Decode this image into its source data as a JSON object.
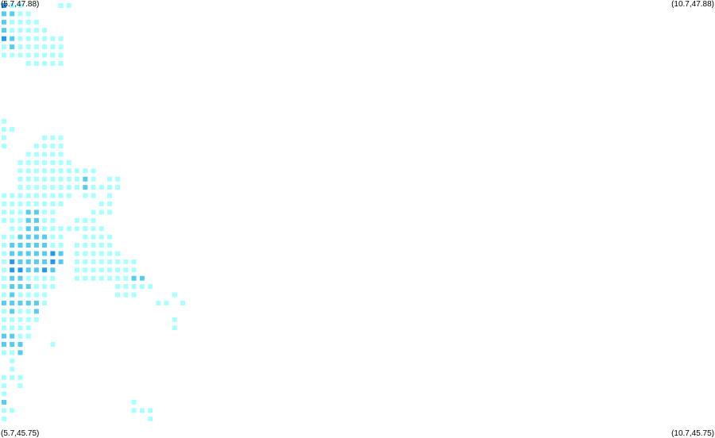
{
  "corners": {
    "top_left": "(5.7,47.88)",
    "top_right": "(10.7,47.88)",
    "bottom_left": "(5.7,45.75)",
    "bottom_right": "(10.7,45.75)"
  },
  "extent": {
    "lon_min": 5.7,
    "lon_max": 10.7,
    "lat_min": 45.75,
    "lat_max": 47.88
  },
  "grid": {
    "col_count": 88,
    "row_count": 53
  },
  "colors": {
    "low": "#aaffff",
    "mid": "#55ccf2",
    "high": "#2299ee"
  },
  "cells": [
    [
      0,
      0,
      3
    ],
    [
      1,
      0,
      1
    ],
    [
      2,
      0,
      1
    ],
    [
      7,
      0,
      1
    ],
    [
      8,
      0,
      1
    ],
    [
      0,
      1,
      2
    ],
    [
      1,
      1,
      2
    ],
    [
      2,
      1,
      1
    ],
    [
      3,
      1,
      1
    ],
    [
      0,
      2,
      2
    ],
    [
      1,
      2,
      1
    ],
    [
      2,
      2,
      1
    ],
    [
      3,
      2,
      1
    ],
    [
      4,
      2,
      1
    ],
    [
      0,
      3,
      2
    ],
    [
      1,
      3,
      1
    ],
    [
      2,
      3,
      1
    ],
    [
      3,
      3,
      1
    ],
    [
      4,
      3,
      1
    ],
    [
      5,
      3,
      1
    ],
    [
      0,
      4,
      3
    ],
    [
      1,
      4,
      2
    ],
    [
      2,
      4,
      1
    ],
    [
      3,
      4,
      1
    ],
    [
      4,
      4,
      1
    ],
    [
      5,
      4,
      1
    ],
    [
      6,
      4,
      1
    ],
    [
      7,
      4,
      1
    ],
    [
      0,
      5,
      1
    ],
    [
      1,
      5,
      2
    ],
    [
      2,
      5,
      1
    ],
    [
      3,
      5,
      1
    ],
    [
      4,
      5,
      1
    ],
    [
      5,
      5,
      1
    ],
    [
      6,
      5,
      1
    ],
    [
      7,
      5,
      1
    ],
    [
      0,
      6,
      1
    ],
    [
      1,
      6,
      1
    ],
    [
      2,
      6,
      1
    ],
    [
      3,
      6,
      1
    ],
    [
      4,
      6,
      1
    ],
    [
      5,
      6,
      1
    ],
    [
      6,
      6,
      1
    ],
    [
      7,
      6,
      1
    ],
    [
      3,
      7,
      1
    ],
    [
      4,
      7,
      1
    ],
    [
      5,
      7,
      1
    ],
    [
      6,
      7,
      1
    ],
    [
      7,
      7,
      1
    ],
    [
      0,
      14,
      1
    ],
    [
      0,
      15,
      1
    ],
    [
      1,
      15,
      1
    ],
    [
      0,
      16,
      1
    ],
    [
      0,
      17,
      1
    ],
    [
      5,
      16,
      1
    ],
    [
      6,
      16,
      1
    ],
    [
      7,
      16,
      1
    ],
    [
      4,
      17,
      1
    ],
    [
      5,
      17,
      1
    ],
    [
      6,
      17,
      1
    ],
    [
      7,
      17,
      1
    ],
    [
      3,
      18,
      1
    ],
    [
      4,
      18,
      1
    ],
    [
      5,
      18,
      1
    ],
    [
      6,
      18,
      1
    ],
    [
      7,
      18,
      1
    ],
    [
      2,
      19,
      1
    ],
    [
      3,
      19,
      1
    ],
    [
      4,
      19,
      1
    ],
    [
      5,
      19,
      1
    ],
    [
      6,
      19,
      1
    ],
    [
      7,
      19,
      1
    ],
    [
      8,
      19,
      1
    ],
    [
      2,
      20,
      1
    ],
    [
      3,
      20,
      1
    ],
    [
      4,
      20,
      1
    ],
    [
      5,
      20,
      1
    ],
    [
      6,
      20,
      1
    ],
    [
      7,
      20,
      1
    ],
    [
      8,
      20,
      1
    ],
    [
      9,
      20,
      1
    ],
    [
      10,
      20,
      1
    ],
    [
      11,
      20,
      1
    ],
    [
      2,
      21,
      1
    ],
    [
      3,
      21,
      1
    ],
    [
      4,
      21,
      1
    ],
    [
      5,
      21,
      1
    ],
    [
      6,
      21,
      1
    ],
    [
      7,
      21,
      1
    ],
    [
      8,
      21,
      1
    ],
    [
      9,
      21,
      1
    ],
    [
      10,
      21,
      2
    ],
    [
      11,
      21,
      1
    ],
    [
      13,
      21,
      1
    ],
    [
      14,
      21,
      1
    ],
    [
      2,
      22,
      1
    ],
    [
      3,
      22,
      1
    ],
    [
      4,
      22,
      1
    ],
    [
      5,
      22,
      1
    ],
    [
      6,
      22,
      1
    ],
    [
      7,
      22,
      1
    ],
    [
      8,
      22,
      1
    ],
    [
      9,
      22,
      1
    ],
    [
      10,
      22,
      2
    ],
    [
      11,
      22,
      1
    ],
    [
      12,
      22,
      1
    ],
    [
      13,
      22,
      1
    ],
    [
      14,
      22,
      1
    ],
    [
      0,
      23,
      1
    ],
    [
      1,
      23,
      1
    ],
    [
      2,
      23,
      1
    ],
    [
      3,
      23,
      1
    ],
    [
      4,
      23,
      1
    ],
    [
      5,
      23,
      1
    ],
    [
      6,
      23,
      1
    ],
    [
      7,
      23,
      1
    ],
    [
      8,
      23,
      1
    ],
    [
      10,
      23,
      1
    ],
    [
      11,
      23,
      1
    ],
    [
      13,
      23,
      1
    ],
    [
      0,
      24,
      1
    ],
    [
      1,
      24,
      1
    ],
    [
      2,
      24,
      1
    ],
    [
      3,
      24,
      1
    ],
    [
      4,
      24,
      1
    ],
    [
      5,
      24,
      1
    ],
    [
      6,
      24,
      1
    ],
    [
      7,
      24,
      1
    ],
    [
      12,
      24,
      1
    ],
    [
      13,
      24,
      1
    ],
    [
      0,
      25,
      1
    ],
    [
      1,
      25,
      1
    ],
    [
      2,
      25,
      1
    ],
    [
      3,
      25,
      2
    ],
    [
      4,
      25,
      2
    ],
    [
      5,
      25,
      1
    ],
    [
      6,
      25,
      1
    ],
    [
      11,
      25,
      1
    ],
    [
      12,
      25,
      1
    ],
    [
      13,
      25,
      1
    ],
    [
      0,
      26,
      1
    ],
    [
      1,
      26,
      1
    ],
    [
      2,
      26,
      1
    ],
    [
      3,
      26,
      2
    ],
    [
      4,
      26,
      2
    ],
    [
      5,
      26,
      1
    ],
    [
      6,
      26,
      1
    ],
    [
      9,
      26,
      1
    ],
    [
      10,
      26,
      1
    ],
    [
      11,
      26,
      1
    ],
    [
      1,
      27,
      1
    ],
    [
      2,
      27,
      1
    ],
    [
      3,
      27,
      2
    ],
    [
      4,
      27,
      2
    ],
    [
      5,
      27,
      1
    ],
    [
      6,
      27,
      1
    ],
    [
      7,
      27,
      1
    ],
    [
      8,
      27,
      1
    ],
    [
      9,
      27,
      1
    ],
    [
      10,
      27,
      1
    ],
    [
      11,
      27,
      1
    ],
    [
      12,
      27,
      1
    ],
    [
      0,
      28,
      1
    ],
    [
      1,
      28,
      1
    ],
    [
      2,
      28,
      2
    ],
    [
      3,
      28,
      2
    ],
    [
      4,
      28,
      2
    ],
    [
      5,
      28,
      2
    ],
    [
      6,
      28,
      1
    ],
    [
      7,
      28,
      1
    ],
    [
      10,
      28,
      1
    ],
    [
      11,
      28,
      1
    ],
    [
      12,
      28,
      1
    ],
    [
      13,
      28,
      1
    ],
    [
      0,
      29,
      1
    ],
    [
      1,
      29,
      2
    ],
    [
      2,
      29,
      2
    ],
    [
      3,
      29,
      2
    ],
    [
      4,
      29,
      2
    ],
    [
      5,
      29,
      2
    ],
    [
      6,
      29,
      1
    ],
    [
      7,
      29,
      1
    ],
    [
      9,
      29,
      1
    ],
    [
      10,
      29,
      1
    ],
    [
      11,
      29,
      1
    ],
    [
      12,
      29,
      1
    ],
    [
      13,
      29,
      1
    ],
    [
      0,
      30,
      1
    ],
    [
      1,
      30,
      2
    ],
    [
      2,
      30,
      2
    ],
    [
      3,
      30,
      2
    ],
    [
      4,
      30,
      2
    ],
    [
      5,
      30,
      2
    ],
    [
      6,
      30,
      3
    ],
    [
      7,
      30,
      2
    ],
    [
      9,
      30,
      1
    ],
    [
      10,
      30,
      1
    ],
    [
      11,
      30,
      1
    ],
    [
      12,
      30,
      1
    ],
    [
      13,
      30,
      1
    ],
    [
      14,
      30,
      1
    ],
    [
      0,
      31,
      1
    ],
    [
      1,
      31,
      3
    ],
    [
      2,
      31,
      2
    ],
    [
      3,
      31,
      2
    ],
    [
      4,
      31,
      2
    ],
    [
      5,
      31,
      2
    ],
    [
      6,
      31,
      3
    ],
    [
      7,
      31,
      2
    ],
    [
      9,
      31,
      1
    ],
    [
      10,
      31,
      1
    ],
    [
      11,
      31,
      1
    ],
    [
      12,
      31,
      1
    ],
    [
      13,
      31,
      1
    ],
    [
      14,
      31,
      1
    ],
    [
      15,
      31,
      1
    ],
    [
      16,
      31,
      1
    ],
    [
      0,
      32,
      1
    ],
    [
      1,
      32,
      3
    ],
    [
      2,
      32,
      3
    ],
    [
      3,
      32,
      2
    ],
    [
      4,
      32,
      2
    ],
    [
      5,
      32,
      3
    ],
    [
      6,
      32,
      2
    ],
    [
      9,
      32,
      1
    ],
    [
      10,
      32,
      1
    ],
    [
      11,
      32,
      1
    ],
    [
      12,
      32,
      1
    ],
    [
      13,
      32,
      1
    ],
    [
      14,
      32,
      1
    ],
    [
      15,
      32,
      1
    ],
    [
      16,
      32,
      1
    ],
    [
      0,
      33,
      1
    ],
    [
      1,
      33,
      2
    ],
    [
      2,
      33,
      2
    ],
    [
      3,
      33,
      1
    ],
    [
      4,
      33,
      1
    ],
    [
      5,
      33,
      1
    ],
    [
      6,
      33,
      1
    ],
    [
      9,
      33,
      1
    ],
    [
      10,
      33,
      1
    ],
    [
      11,
      33,
      1
    ],
    [
      12,
      33,
      1
    ],
    [
      13,
      33,
      1
    ],
    [
      14,
      33,
      1
    ],
    [
      15,
      33,
      1
    ],
    [
      16,
      33,
      2
    ],
    [
      17,
      33,
      2
    ],
    [
      0,
      34,
      1
    ],
    [
      1,
      34,
      2
    ],
    [
      2,
      34,
      2
    ],
    [
      3,
      34,
      2
    ],
    [
      4,
      34,
      1
    ],
    [
      5,
      34,
      1
    ],
    [
      6,
      34,
      1
    ],
    [
      14,
      34,
      1
    ],
    [
      15,
      34,
      1
    ],
    [
      16,
      34,
      1
    ],
    [
      17,
      34,
      1
    ],
    [
      18,
      34,
      1
    ],
    [
      0,
      35,
      1
    ],
    [
      1,
      35,
      2
    ],
    [
      2,
      35,
      1
    ],
    [
      3,
      35,
      1
    ],
    [
      4,
      35,
      1
    ],
    [
      5,
      35,
      1
    ],
    [
      14,
      35,
      1
    ],
    [
      15,
      35,
      1
    ],
    [
      16,
      35,
      1
    ],
    [
      21,
      35,
      1
    ],
    [
      0,
      36,
      2
    ],
    [
      1,
      36,
      2
    ],
    [
      2,
      36,
      2
    ],
    [
      3,
      36,
      2
    ],
    [
      4,
      36,
      2
    ],
    [
      5,
      36,
      1
    ],
    [
      19,
      36,
      1
    ],
    [
      20,
      36,
      1
    ],
    [
      22,
      36,
      1
    ],
    [
      0,
      37,
      1
    ],
    [
      1,
      37,
      2
    ],
    [
      2,
      37,
      1
    ],
    [
      3,
      37,
      1
    ],
    [
      4,
      37,
      2
    ],
    [
      0,
      38,
      1
    ],
    [
      1,
      38,
      1
    ],
    [
      2,
      38,
      1
    ],
    [
      3,
      38,
      1
    ],
    [
      4,
      38,
      1
    ],
    [
      21,
      38,
      1
    ],
    [
      0,
      39,
      1
    ],
    [
      1,
      39,
      1
    ],
    [
      2,
      39,
      1
    ],
    [
      3,
      39,
      1
    ],
    [
      21,
      39,
      1
    ],
    [
      0,
      40,
      2
    ],
    [
      1,
      40,
      2
    ],
    [
      2,
      40,
      1
    ],
    [
      3,
      40,
      1
    ],
    [
      0,
      41,
      2
    ],
    [
      1,
      41,
      2
    ],
    [
      2,
      41,
      2
    ],
    [
      6,
      41,
      1
    ],
    [
      0,
      42,
      1
    ],
    [
      1,
      42,
      1
    ],
    [
      2,
      42,
      2
    ],
    [
      1,
      43,
      1
    ],
    [
      1,
      44,
      1
    ],
    [
      0,
      45,
      1
    ],
    [
      1,
      45,
      1
    ],
    [
      2,
      45,
      1
    ],
    [
      0,
      46,
      1
    ],
    [
      2,
      46,
      1
    ],
    [
      0,
      47,
      1
    ],
    [
      0,
      48,
      2
    ],
    [
      16,
      48,
      1
    ],
    [
      0,
      49,
      1
    ],
    [
      1,
      49,
      1
    ],
    [
      16,
      49,
      1
    ],
    [
      17,
      49,
      1
    ],
    [
      18,
      49,
      1
    ],
    [
      0,
      50,
      1
    ],
    [
      18,
      50,
      1
    ]
  ]
}
